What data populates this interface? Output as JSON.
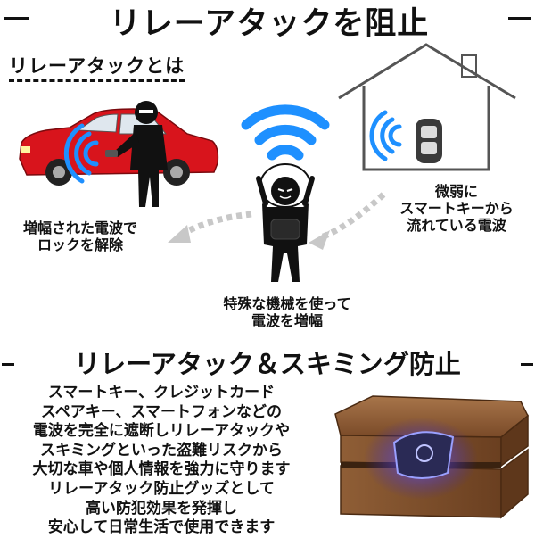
{
  "title": "リレーアタックを阻止",
  "subtitle": "リレーアタックとは",
  "labels": {
    "unlock": [
      "増幅された電波で",
      "ロックを解除"
    ],
    "weak_signal": [
      "微弱に",
      "スマートキーから",
      "流れている電波"
    ],
    "amplify": [
      "特殊な機械を使って",
      "電波を増幅"
    ]
  },
  "section_title": "リレーアタック＆スキミング防止",
  "description": [
    "スマートキー、クレジットカード",
    "スペアキー、スマートフォンなどの",
    "電波を完全に遮断しリレーアタックや",
    "スキミングといった盗難リスクから",
    "大切な車や個人情報を強力に守ります",
    "リレーアタック防止グッズとして",
    "高い防犯効果を発揮し",
    "安心して日常生活で使用できます"
  ],
  "colors": {
    "wave_blue": "#1e90ff",
    "car_red": "#d8141c",
    "arrow_gray": "#c8c8c8",
    "box_brown": "#8b5a33"
  },
  "icons": [
    "car-icon",
    "thief-icon",
    "person-icon",
    "house-icon",
    "smart-key-icon",
    "wifi-icon",
    "arrow-icon",
    "shield-box-icon"
  ]
}
